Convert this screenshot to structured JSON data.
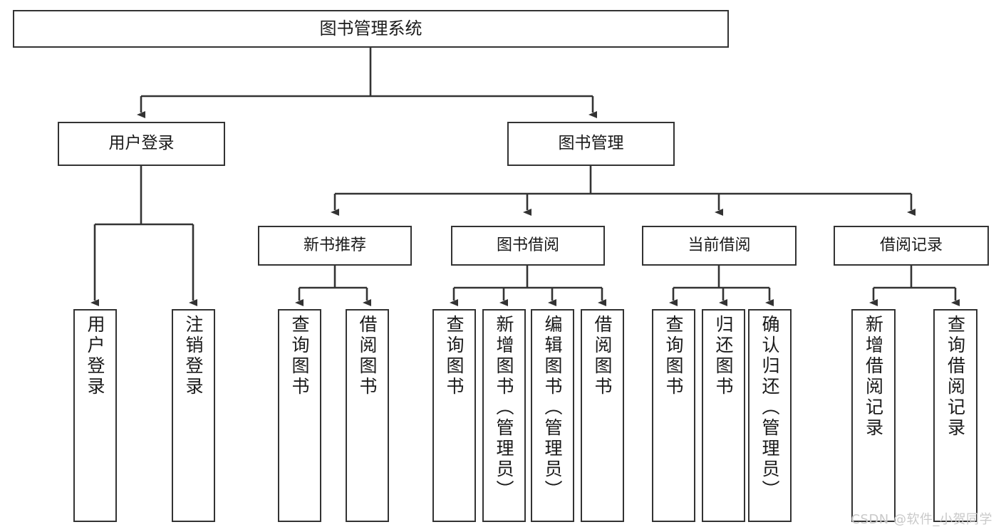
{
  "diagram": {
    "title_node": {
      "label": "图书管理系统"
    },
    "level2": [
      {
        "id": "user-login",
        "label": "用户登录"
      },
      {
        "id": "book-manage",
        "label": "图书管理"
      }
    ],
    "level3": [
      {
        "id": "new-book-recommend",
        "label": "新书推荐"
      },
      {
        "id": "book-borrow",
        "label": "图书借阅"
      },
      {
        "id": "current-borrow",
        "label": "当前借阅"
      },
      {
        "id": "borrow-record",
        "label": "借阅记录"
      }
    ],
    "leaves": [
      {
        "id": "leaf-user-login",
        "label": "用户登录"
      },
      {
        "id": "leaf-logout",
        "label": "注销登录"
      },
      {
        "id": "leaf-query-book-1",
        "label": "查询图书"
      },
      {
        "id": "leaf-borrow-book-1",
        "label": "借阅图书"
      },
      {
        "id": "leaf-query-book-2",
        "label": "查询图书"
      },
      {
        "id": "leaf-add-book",
        "label": "新增图书（管理员）"
      },
      {
        "id": "leaf-edit-book",
        "label": "编辑图书（管理员）"
      },
      {
        "id": "leaf-borrow-book-2",
        "label": "借阅图书"
      },
      {
        "id": "leaf-query-book-3",
        "label": "查询图书"
      },
      {
        "id": "leaf-return-book",
        "label": "归还图书"
      },
      {
        "id": "leaf-confirm-return",
        "label": "确认归还（管理员）"
      },
      {
        "id": "leaf-add-record",
        "label": "新增借阅记录"
      },
      {
        "id": "leaf-query-record",
        "label": "查询借阅记录"
      }
    ]
  },
  "watermark": {
    "text": "CSDN @软件_小贺同学"
  },
  "colors": {
    "stroke": "#333333",
    "background": "#ffffff",
    "text": "#1a1a1a",
    "watermark": "#c9c9c9"
  }
}
